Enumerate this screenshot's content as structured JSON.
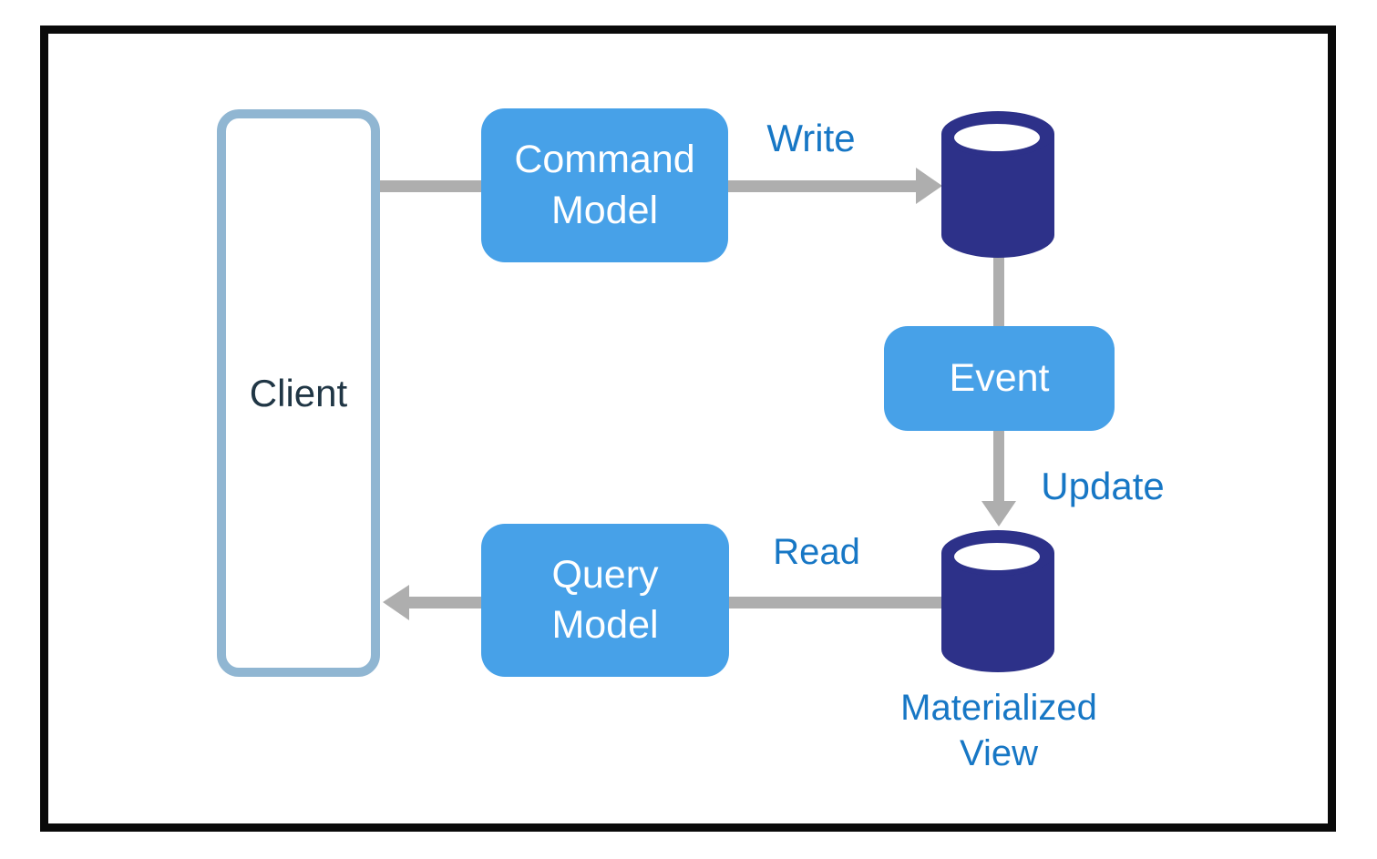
{
  "colors": {
    "node_fill": "#47a1e8",
    "node_text": "#ffffff",
    "database_fill": "#2d3189",
    "edge_label_text": "#1777c5",
    "arrow": "#aeaeae",
    "client_border": "#90b6d2",
    "client_text": "#203645",
    "frame_border": "#0a0a0a"
  },
  "diagram": {
    "type": "flow-diagram",
    "nodes": {
      "client": {
        "label": "Client",
        "shape": "outlined-rectangle"
      },
      "command_model": {
        "label": "Command Model",
        "shape": "rounded-rectangle"
      },
      "event": {
        "label": "Event",
        "shape": "rounded-rectangle"
      },
      "query_model": {
        "label": "Query Model",
        "shape": "rounded-rectangle"
      },
      "write_store": {
        "label": "",
        "icon": "database-cylinder-icon"
      },
      "materialized_view": {
        "label": "Materialized View",
        "icon": "database-cylinder-icon"
      }
    },
    "edges": {
      "client_to_command": {
        "from": "client",
        "to": "command_model",
        "label": ""
      },
      "write": {
        "from": "command_model",
        "to": "write_store",
        "label": "Write"
      },
      "store_to_event": {
        "from": "write_store",
        "to": "event",
        "label": ""
      },
      "update": {
        "from": "event",
        "to": "materialized_view",
        "label": "Update"
      },
      "read": {
        "from": "materialized_view",
        "to": "client",
        "label": "Read"
      }
    }
  }
}
